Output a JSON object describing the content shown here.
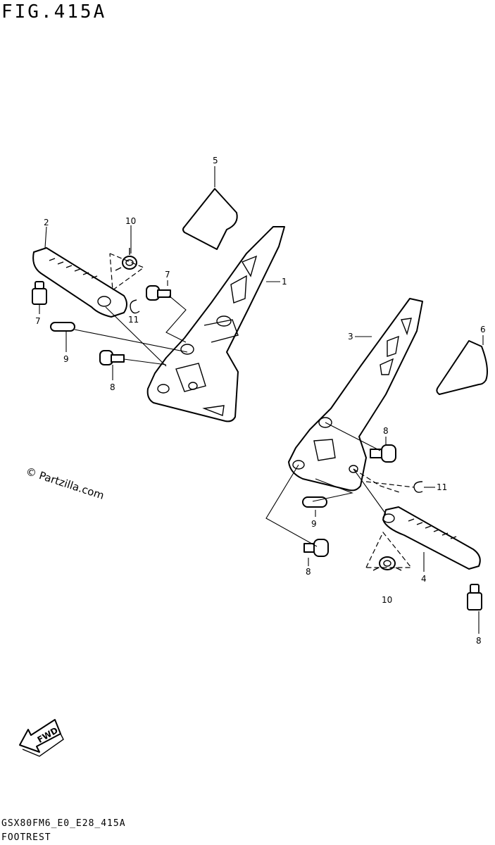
{
  "figure": {
    "title": "FIG.415A",
    "watermark": "© Partzilla.com",
    "model_code": "GSX80FM6_E0_E28_415A",
    "section_name": "FOOTREST",
    "direction_badge": "FWD"
  },
  "callouts": [
    {
      "id": "c1",
      "text": "1"
    },
    {
      "id": "c2",
      "text": "2"
    },
    {
      "id": "c3",
      "text": "3"
    },
    {
      "id": "c4",
      "text": "4"
    },
    {
      "id": "c5",
      "text": "5"
    },
    {
      "id": "c6",
      "text": "6"
    },
    {
      "id": "c7a",
      "text": "7"
    },
    {
      "id": "c7b",
      "text": "7"
    },
    {
      "id": "c8a",
      "text": "8"
    },
    {
      "id": "c8b",
      "text": "8"
    },
    {
      "id": "c8c",
      "text": "8"
    },
    {
      "id": "c8d",
      "text": "8"
    },
    {
      "id": "c9a",
      "text": "9"
    },
    {
      "id": "c9b",
      "text": "9"
    },
    {
      "id": "c10a",
      "text": "10"
    },
    {
      "id": "c10b",
      "text": "10"
    },
    {
      "id": "c11a",
      "text": "11"
    },
    {
      "id": "c11b",
      "text": "11"
    }
  ]
}
